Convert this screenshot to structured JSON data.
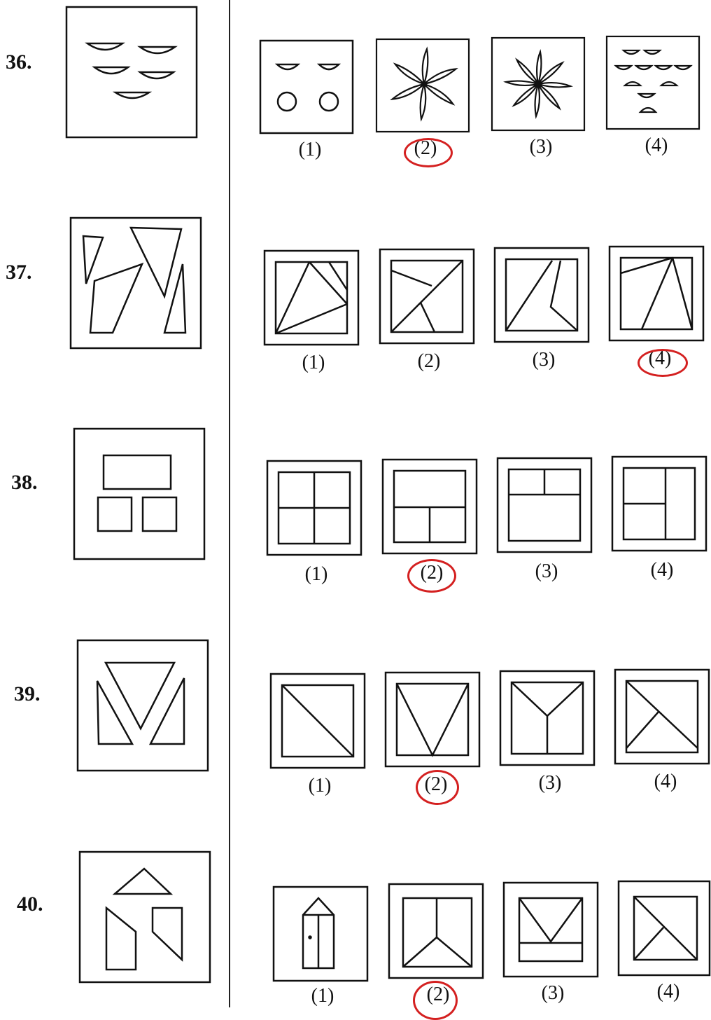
{
  "questions": [
    {
      "number": "36.",
      "answer": "(2)"
    },
    {
      "number": "37.",
      "answer": "(4)"
    },
    {
      "number": "38.",
      "answer": "(2)"
    },
    {
      "number": "39.",
      "answer": "(2)"
    },
    {
      "number": "40.",
      "answer": "(2)"
    }
  ],
  "options": [
    "(1)",
    "(2)",
    "(3)",
    "(4)"
  ],
  "colors": {
    "ink": "#111111",
    "answer_circle": "#d42020",
    "paper": "#ffffff"
  }
}
